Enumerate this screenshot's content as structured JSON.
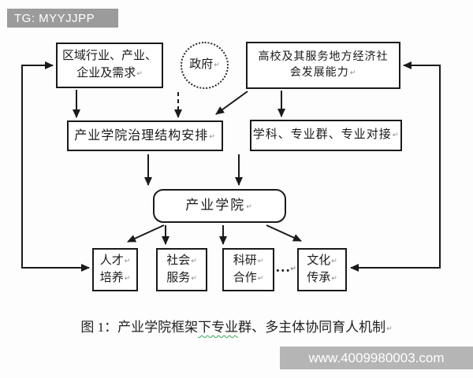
{
  "header": {
    "badge": "TG: MYYJJPP"
  },
  "marks": {
    "return": "↵"
  },
  "diagram": {
    "region_box": {
      "line1": "区域行业、产业、",
      "line2": "企业及需求"
    },
    "gov_circle": {
      "label": "政府"
    },
    "univ_box": {
      "line1": "高校及其服务地方经济社",
      "line2": "会发展能力"
    },
    "governance_box": {
      "label": "产业学院治理结构安排"
    },
    "subject_box": {
      "label": "学科、专业群、专业对接"
    },
    "college_box": {
      "label": "产业学院"
    },
    "talent_box": {
      "line1": "人才",
      "line2": "培养"
    },
    "society_box": {
      "line1": "社会",
      "line2": "服务"
    },
    "research_box": {
      "line1": "科研",
      "line2": "合作"
    },
    "culture_box": {
      "line1": "文化",
      "line2": "传承"
    },
    "ellipsis": "…"
  },
  "caption": {
    "prefix": "图 1：产业学院框架",
    "underlined": "下专业",
    "suffix": "群、多主体协同育人机制"
  },
  "watermark": {
    "text": "www.4009980003.com"
  },
  "colors": {
    "header_bg": "#9b9b9b",
    "watermark_bg": "#b5b5b5",
    "line": "#1a1a1a",
    "underline_green": "#3aa655"
  }
}
